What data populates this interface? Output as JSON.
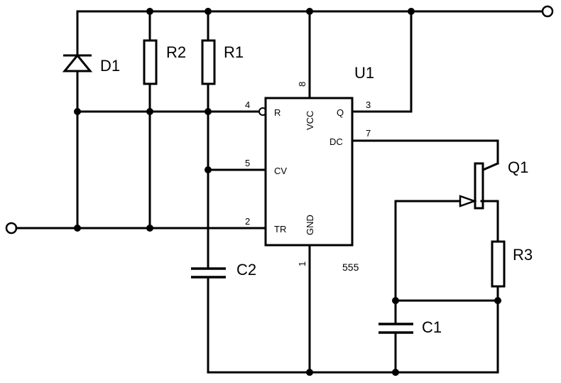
{
  "components": {
    "d1": "D1",
    "r1": "R1",
    "r2": "R2",
    "r3": "R3",
    "c1": "C1",
    "c2": "C2",
    "q1": "Q1",
    "u1": "U1"
  },
  "chip": {
    "part_number": "555",
    "pins": {
      "r": "R",
      "vcc": "VCC",
      "q": "Q",
      "dc": "DC",
      "cv": "CV",
      "tr": "TR",
      "gnd": "GND"
    },
    "pin_numbers": {
      "r": "4",
      "vcc": "8",
      "q": "3",
      "dc": "7",
      "cv": "5",
      "tr": "2",
      "gnd": "1"
    }
  }
}
